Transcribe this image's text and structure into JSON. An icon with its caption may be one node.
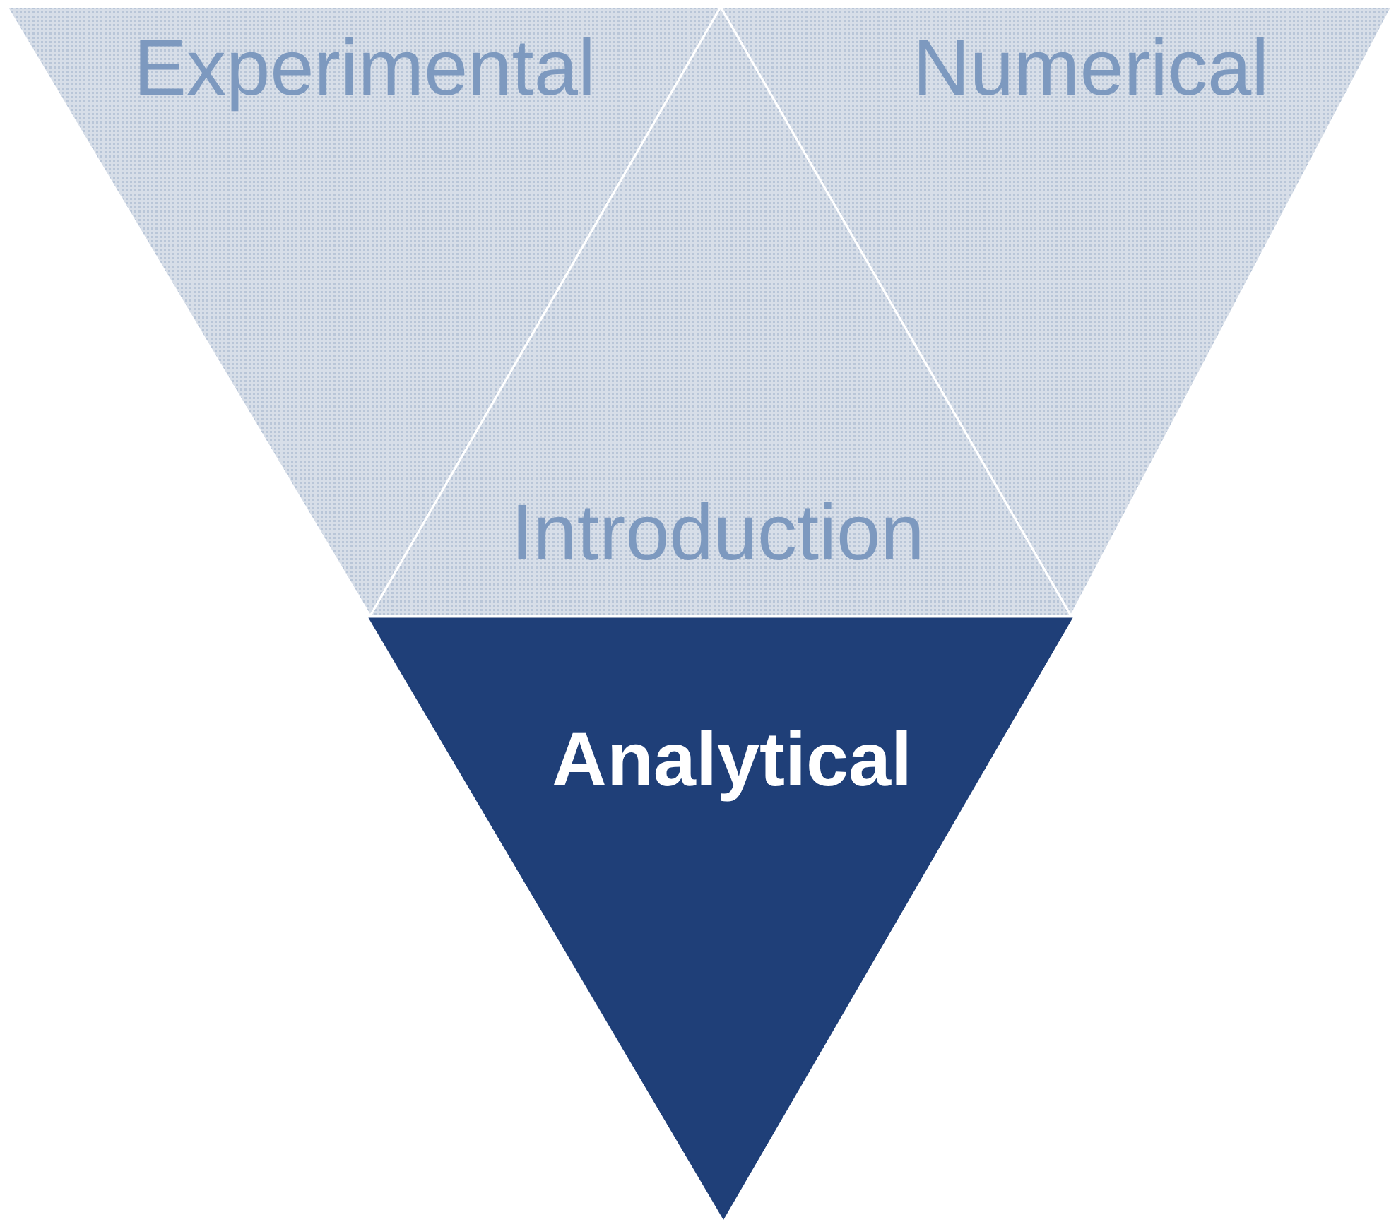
{
  "diagram": {
    "nodes": [
      {
        "text": [
          "Experimental"
        ]
      },
      {
        "text": [
          "Numerical"
        ]
      },
      {
        "text": [
          "Introduction"
        ]
      },
      {
        "text": [
          "Analytical"
        ]
      }
    ]
  }
}
